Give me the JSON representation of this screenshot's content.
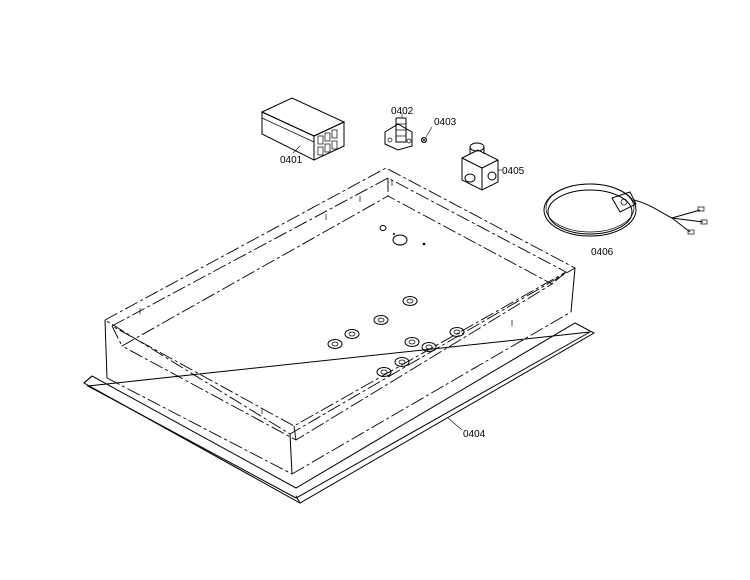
{
  "parts": [
    {
      "id": "p0401",
      "label": "0401",
      "name": "control-module"
    },
    {
      "id": "p0402",
      "label": "0402",
      "name": "terminal-block"
    },
    {
      "id": "p0403",
      "label": "0403",
      "name": "screw"
    },
    {
      "id": "p0405",
      "label": "0405",
      "name": "pressure-regulator"
    },
    {
      "id": "p0406",
      "label": "0406",
      "name": "power-cord"
    },
    {
      "id": "p0404",
      "label": "0404",
      "name": "cooktop-tray-gasket"
    }
  ]
}
